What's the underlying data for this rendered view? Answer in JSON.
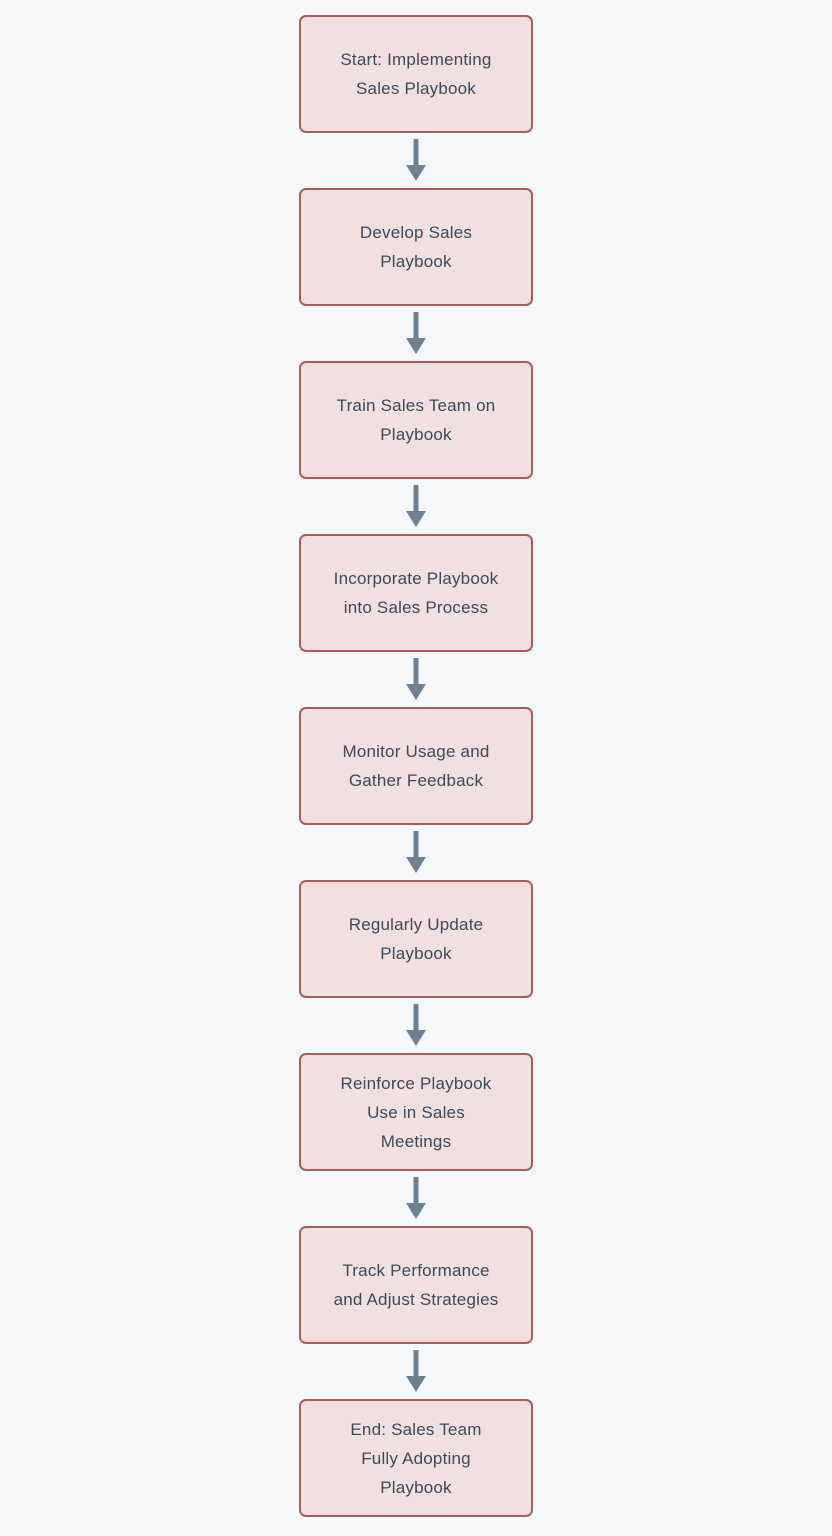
{
  "flowchart": {
    "type": "flowchart",
    "direction": "top-down",
    "nodes": [
      {
        "id": "start",
        "label": "Start: Implementing\nSales Playbook"
      },
      {
        "id": "develop",
        "label": "Develop Sales\nPlaybook"
      },
      {
        "id": "train",
        "label": "Train Sales Team on\nPlaybook"
      },
      {
        "id": "incorporate",
        "label": "Incorporate Playbook\ninto Sales Process"
      },
      {
        "id": "monitor",
        "label": "Monitor Usage and\nGather Feedback"
      },
      {
        "id": "update",
        "label": "Regularly Update\nPlaybook"
      },
      {
        "id": "reinforce",
        "label": "Reinforce Playbook\nUse in Sales\nMeetings"
      },
      {
        "id": "track",
        "label": "Track Performance\nand Adjust Strategies"
      },
      {
        "id": "end",
        "label": "End: Sales Team\nFully Adopting\nPlaybook"
      }
    ],
    "edges": [
      {
        "from": "start",
        "to": "develop"
      },
      {
        "from": "develop",
        "to": "train"
      },
      {
        "from": "train",
        "to": "incorporate"
      },
      {
        "from": "incorporate",
        "to": "monitor"
      },
      {
        "from": "monitor",
        "to": "update"
      },
      {
        "from": "update",
        "to": "reinforce"
      },
      {
        "from": "reinforce",
        "to": "track"
      },
      {
        "from": "track",
        "to": "end"
      }
    ],
    "colors": {
      "background": "#f6f7f9",
      "node_fill": "#f2e0e0",
      "node_border": "#a85c5c",
      "node_text": "#3b4a59",
      "arrow": "#6e8093"
    }
  }
}
